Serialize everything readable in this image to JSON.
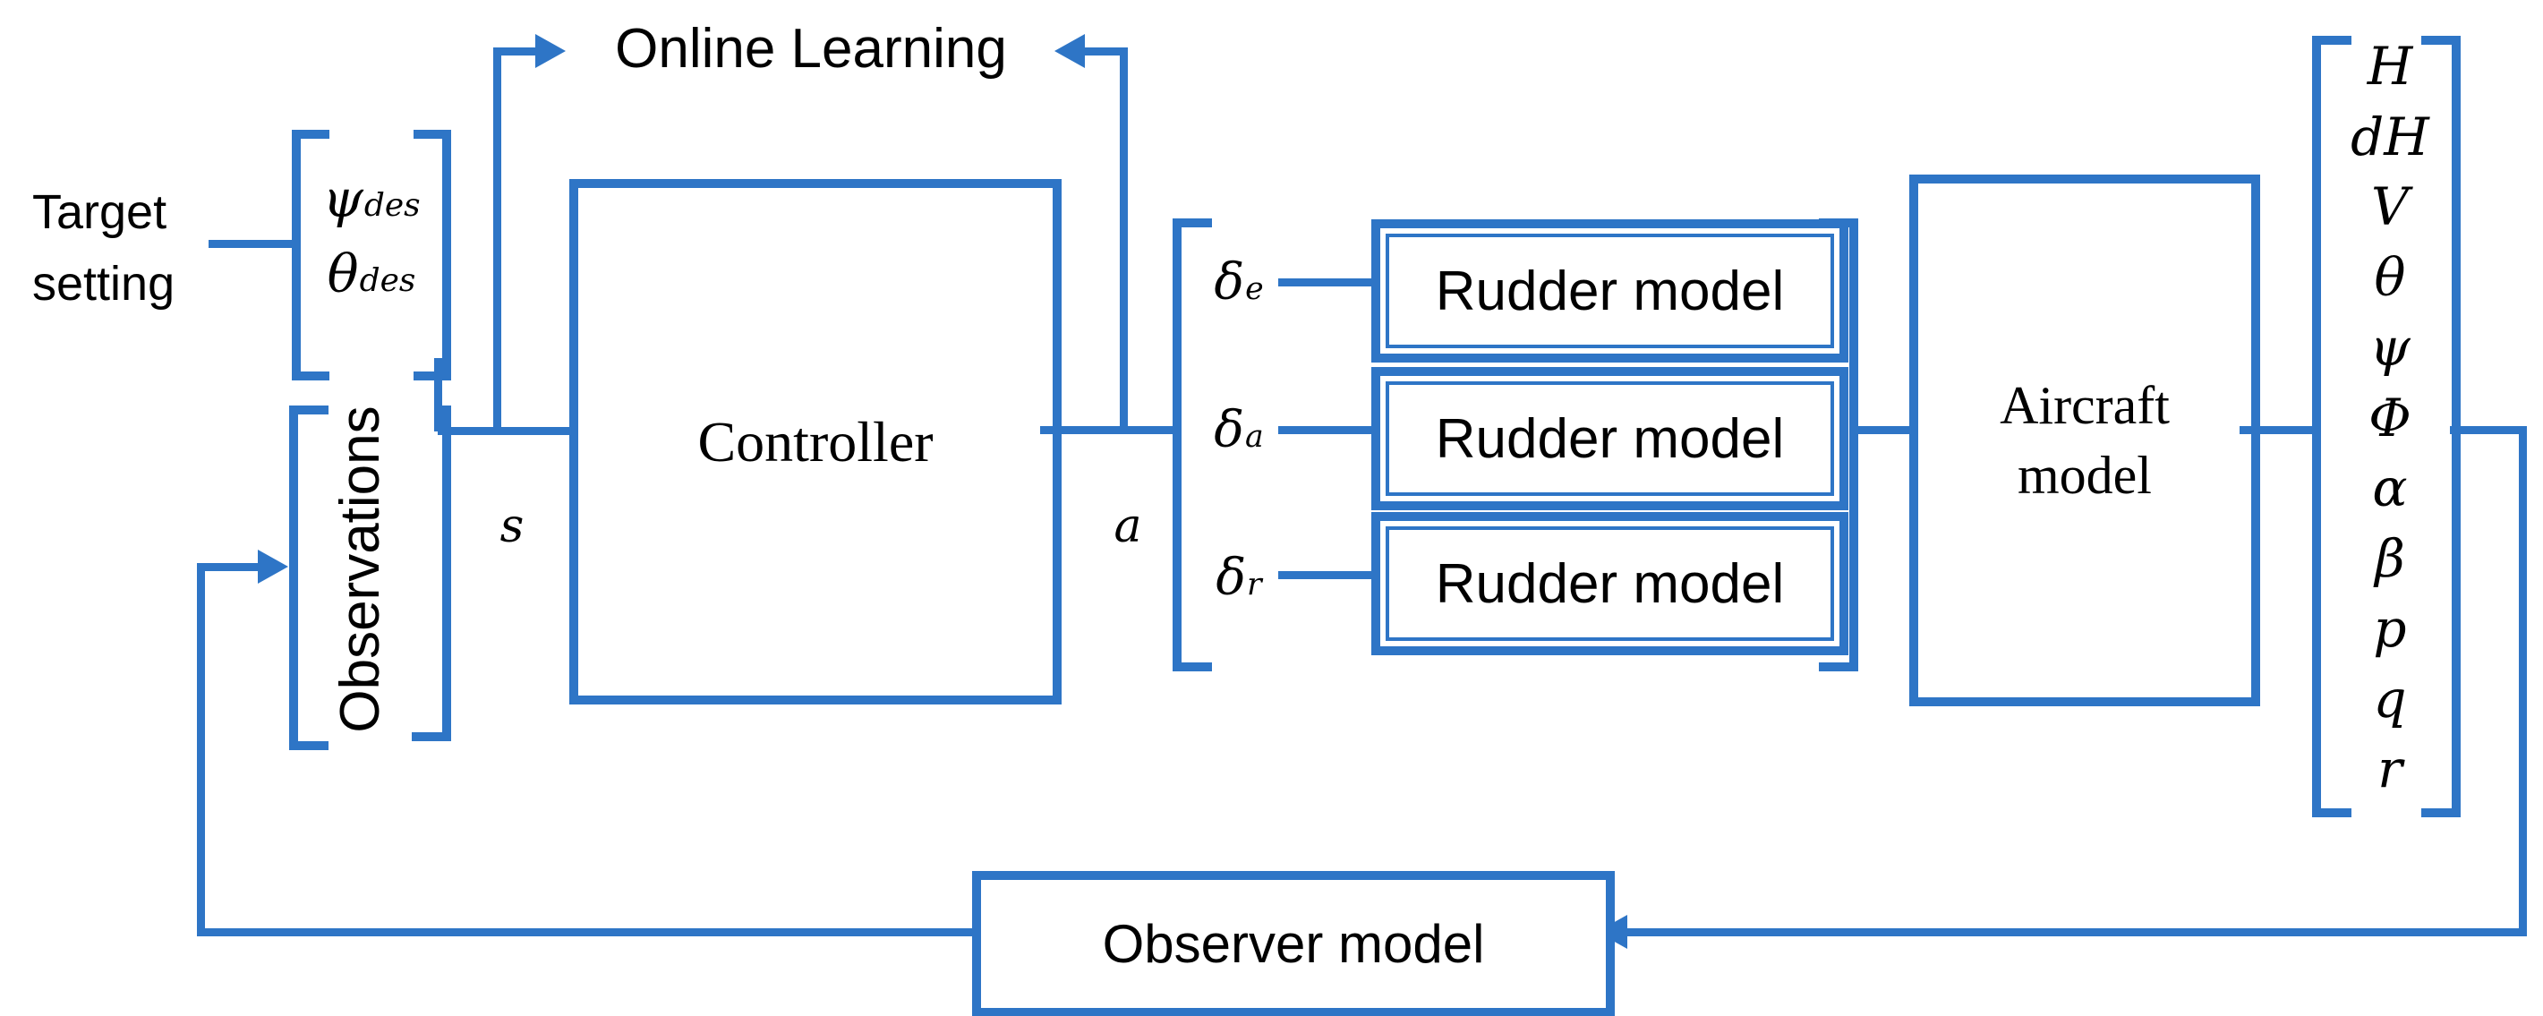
{
  "colors": {
    "line_blue": "#2E75C6",
    "text_black": "#000000"
  },
  "target_setting": {
    "line1": "Target",
    "line2": "setting"
  },
  "target_vector": {
    "psi": {
      "base": "ψ",
      "sub": "des"
    },
    "theta": {
      "base": "θ",
      "sub": "des"
    }
  },
  "observations": {
    "label": "Observations"
  },
  "signals": {
    "state": "s",
    "action": "a"
  },
  "online_learning": {
    "label": "Online Learning"
  },
  "controller": {
    "label": "Controller"
  },
  "actuators": {
    "deltas": [
      {
        "base": "δ",
        "sub": "e"
      },
      {
        "base": "δ",
        "sub": "a"
      },
      {
        "base": "δ",
        "sub": "r"
      }
    ],
    "boxes": [
      "Rudder model",
      "Rudder model",
      "Rudder model"
    ]
  },
  "aircraft": {
    "line1": "Aircraft",
    "line2": "model"
  },
  "state_vector": {
    "variables": [
      "H",
      "dH",
      "V",
      "θ",
      "ψ",
      "Φ",
      "α",
      "β",
      "p",
      "q",
      "r"
    ]
  },
  "observer": {
    "label": "Observer model"
  }
}
